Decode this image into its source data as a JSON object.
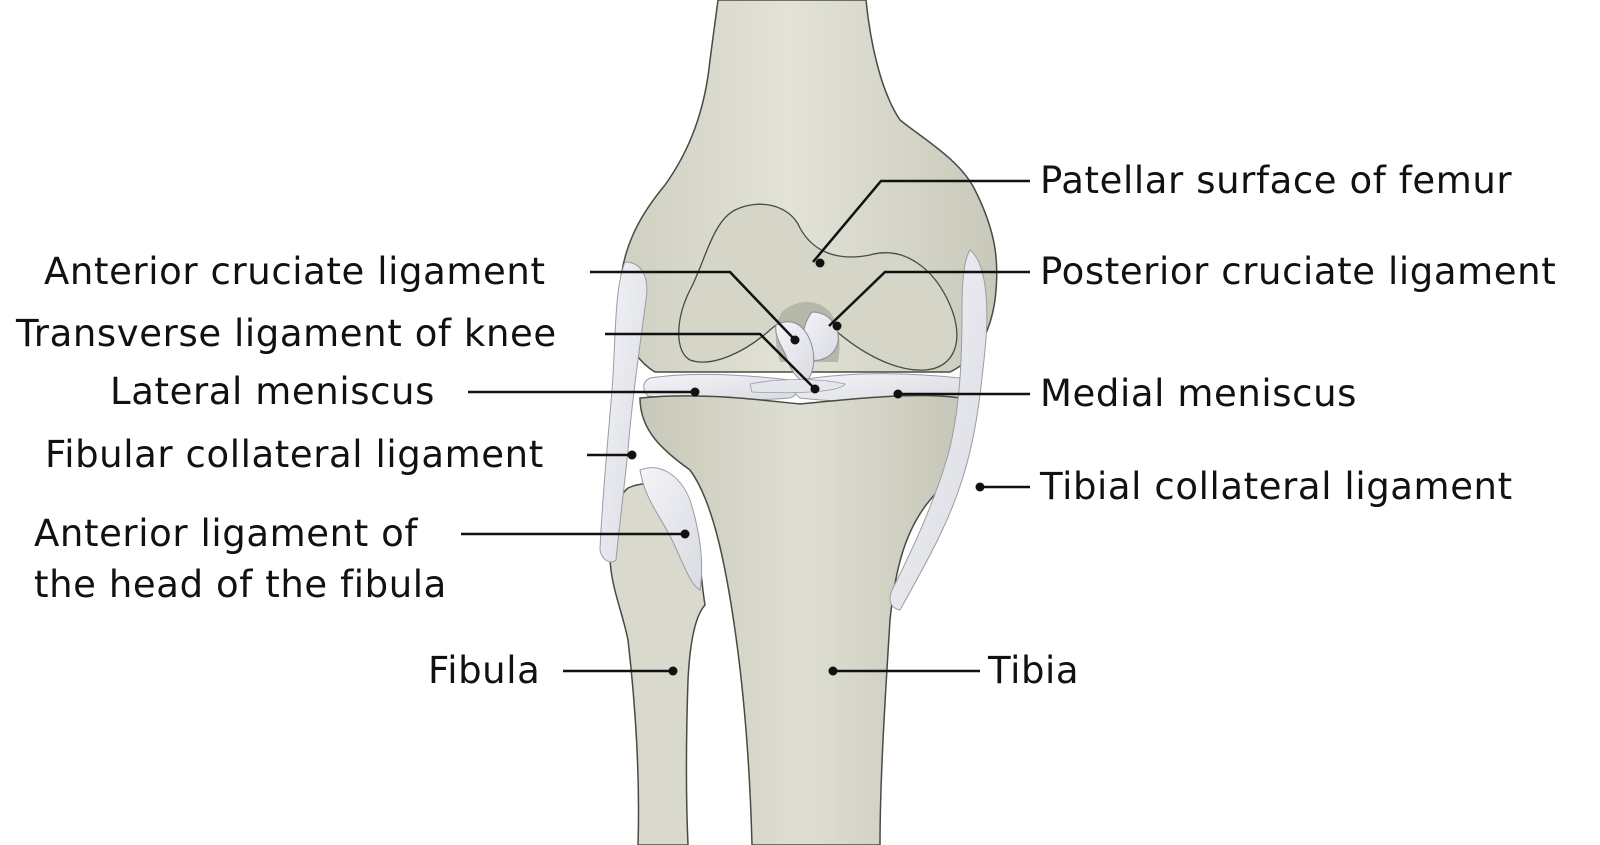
{
  "diagram": {
    "labels": {
      "patellar_surface": "Patellar surface of femur",
      "posterior_cruciate": "Posterior cruciate ligament",
      "medial_meniscus": "Medial meniscus",
      "tibial_collateral": "Tibial collateral ligament",
      "tibia": "Tibia",
      "anterior_cruciate": "Anterior cruciate ligament",
      "transverse_ligament": "Transverse ligament of knee",
      "lateral_meniscus": "Lateral meniscus",
      "fibular_collateral": "Fibular collateral ligament",
      "anterior_ligament_fibula_line1": "Anterior ligament of",
      "anterior_ligament_fibula_line2": "the head of the fibula",
      "fibula": "Fibula"
    },
    "colors": {
      "bone": "#dcdcd0",
      "bone_shadow": "#b9b9ab",
      "cartilage": "#d2d3c5",
      "ligament": "#eef0f5",
      "outline": "#4a4a44",
      "leader": "#111111"
    }
  }
}
